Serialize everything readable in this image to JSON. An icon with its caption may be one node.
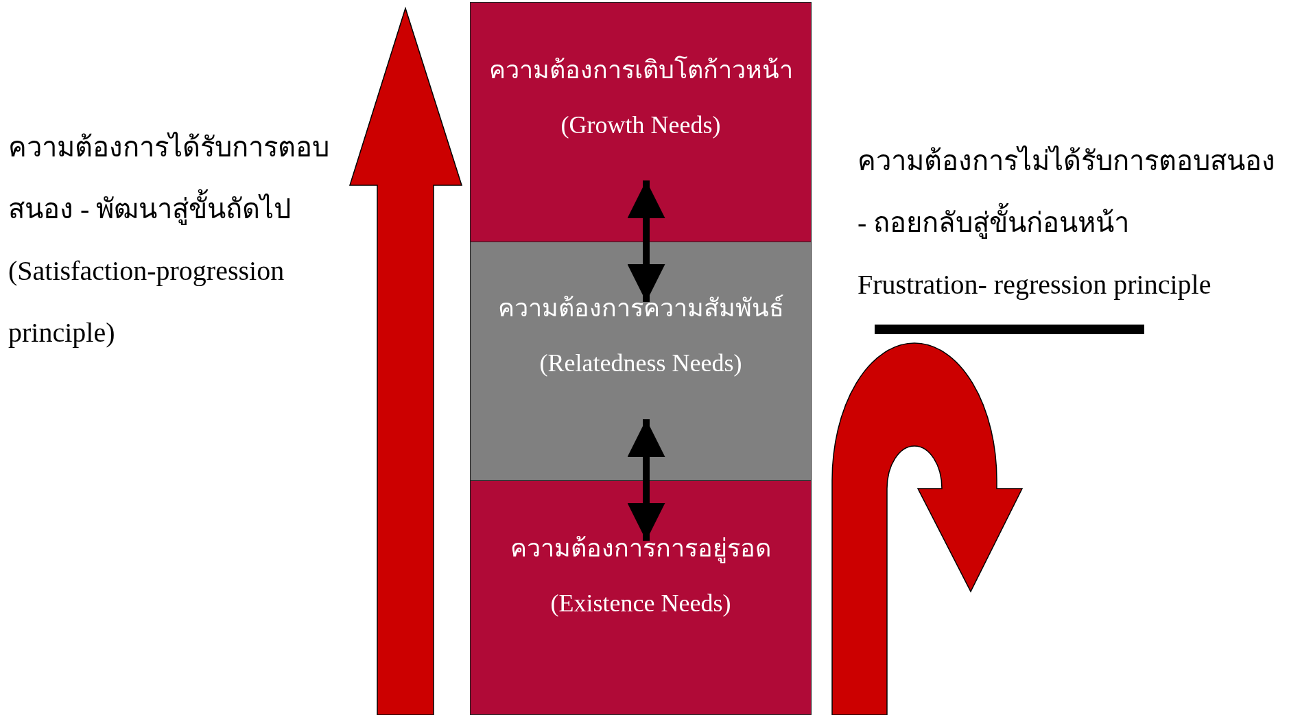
{
  "diagram": {
    "nodes": [
      {
        "text": [
          "ความต้องการเติบโตก้าวหน้า",
          "(Growth Needs)"
        ]
      },
      {
        "text": [
          "ความต้องการความสัมพันธ์",
          "(Relatedness Needs)"
        ]
      },
      {
        "text": [
          "ความต้องการการอยู่รอด",
          "(Existence Needs)"
        ]
      }
    ],
    "edges": [
      {
        "from": 0,
        "to": 1,
        "arrow": "both"
      },
      {
        "from": 1,
        "to": 2,
        "arrow": "both"
      }
    ],
    "labels": [
      "ความต้องการได้รับการตอบสนอง - พัฒนาสู่ขั้นถัดไป",
      "(Satisfaction-progression principle)",
      "ความต้องการไม่ได้รับการตอบสนอง - ถอยกลับสู่ขั้นก่อนหน้า",
      "Frustration- regression principle"
    ]
  }
}
